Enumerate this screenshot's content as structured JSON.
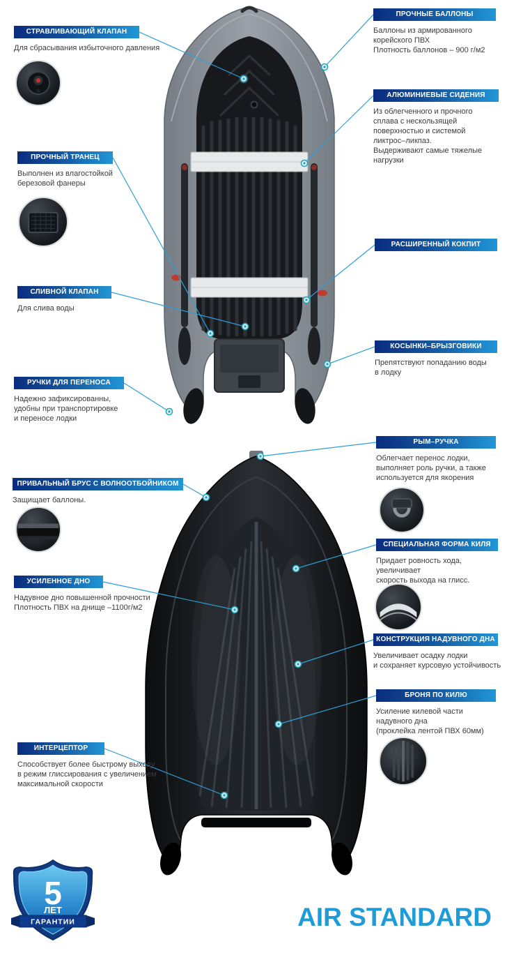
{
  "meta": {
    "product_name": "AIR STANDARD"
  },
  "colors": {
    "label_gradient_start": "#0a2c7e",
    "label_gradient_end": "#2196d6",
    "accent_blue": "#1f9cd8",
    "connector_line": "#2b9fd8",
    "marker_teal": "#18a7c0",
    "hull_gray": "#848a92",
    "hull_black": "#16181b"
  },
  "badge": {
    "number": "5",
    "years": "ЛЕТ",
    "warranty": "ГАРАНТИИ"
  },
  "top_view": {
    "left": [
      {
        "label": "СТРАВЛИВАЮЩИЙ КЛАПАН",
        "desc": "Для сбрасывания избыточного давления",
        "icon": "valve-photo"
      },
      {
        "label": "ПРОЧНЫЙ ТРАНЕЦ",
        "desc": "Выполнен из влагостойкой\nберезовой фанеры",
        "icon": "transom-photo"
      },
      {
        "label": "СЛИВНОЙ КЛАПАН",
        "desc": "Для слива воды"
      },
      {
        "label": "РУЧКИ ДЛЯ ПЕРЕНОСА",
        "desc": "Надежно зафиксированны,\nудобны при транспортировке\nи переносе лодки"
      }
    ],
    "right": [
      {
        "label": "ПРОЧНЫЕ БАЛЛОНЫ",
        "desc": "Баллоны из армированного\nкорейского ПВХ\nПлотность баллонов – 900 г/м2"
      },
      {
        "label": "АЛЮМИНИЕВЫЕ СИДЕНИЯ",
        "desc": "Из облегченного и прочного\nсплава с нескользящей\nповерхностью и системой\nликтрос–ликпаз.\nВыдерживают самые тяжелые\nнагрузки"
      },
      {
        "label": "РАСШИРЕННЫЙ КОКПИТ",
        "desc": ""
      },
      {
        "label": "КОСЫНКИ–БРЫЗГОВИКИ",
        "desc": "Препятствуют попаданию воды\nв лодку"
      }
    ]
  },
  "bottom_view": {
    "left": [
      {
        "label": "ПРИВАЛЬНЫЙ БРУС С ВОЛНООТБОЙНИКОМ",
        "desc": "Защищает баллоны.",
        "icon": "rubrail-photo"
      },
      {
        "label": "УСИЛЕННОЕ ДНО",
        "desc": "Надувное дно повышенной прочности\nПлотность ПВХ на днище –1100г/м2"
      },
      {
        "label": "ИНТЕРЦЕПТОР",
        "desc": "Способствует более быстрому выходу\nв режим глиссирования с увеличением\nмаксимальной скорости"
      }
    ],
    "right": [
      {
        "label": "РЫМ–РУЧКА",
        "desc": "Облегчает перенос лодки,\nвыполняет роль ручки, а также\nиспользуется для якорения",
        "icon": "bow-ring-photo"
      },
      {
        "label": "СПЕЦИАЛЬНАЯ ФОРМА КИЛЯ",
        "desc": "Придает ровность хода, увеличивает\nскорость выхода на глисс.",
        "icon": "keel-photo"
      },
      {
        "label": "КОНСТРУКЦИЯ НАДУВНОГО ДНА",
        "desc": "Увеличивает осадку лодки\nи сохраняет курсовую устойчивость"
      },
      {
        "label": "БРОНЯ ПО КИЛЮ",
        "desc": "Усиление килевой части\nнадувного дна\n(проклейка лентой ПВХ 60мм)",
        "icon": "keel-armor-photo"
      }
    ]
  }
}
